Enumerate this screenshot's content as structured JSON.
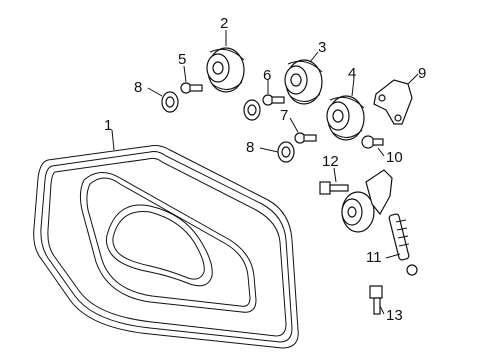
{
  "callouts": {
    "c1": "1",
    "c2": "2",
    "c3": "3",
    "c4": "4",
    "c5": "5",
    "c6": "6",
    "c7": "7",
    "c8a": "8",
    "c8b": "8",
    "c9": "9",
    "c10": "10",
    "c11": "11",
    "c12": "12",
    "c13": "13"
  },
  "parts": [
    {
      "callout": "1",
      "name": "serpentine-belt"
    },
    {
      "callout": "2",
      "name": "idler-pulley"
    },
    {
      "callout": "3",
      "name": "idler-pulley"
    },
    {
      "callout": "4",
      "name": "tensioner-pulley"
    },
    {
      "callout": "5",
      "name": "pulley-bolt"
    },
    {
      "callout": "6",
      "name": "pulley-bolt"
    },
    {
      "callout": "7",
      "name": "pulley-bolt"
    },
    {
      "callout": "8",
      "name": "dust-cap"
    },
    {
      "callout": "9",
      "name": "bracket"
    },
    {
      "callout": "10",
      "name": "bolt"
    },
    {
      "callout": "11",
      "name": "belt-tensioner"
    },
    {
      "callout": "12",
      "name": "bolt"
    },
    {
      "callout": "13",
      "name": "bolt"
    }
  ]
}
